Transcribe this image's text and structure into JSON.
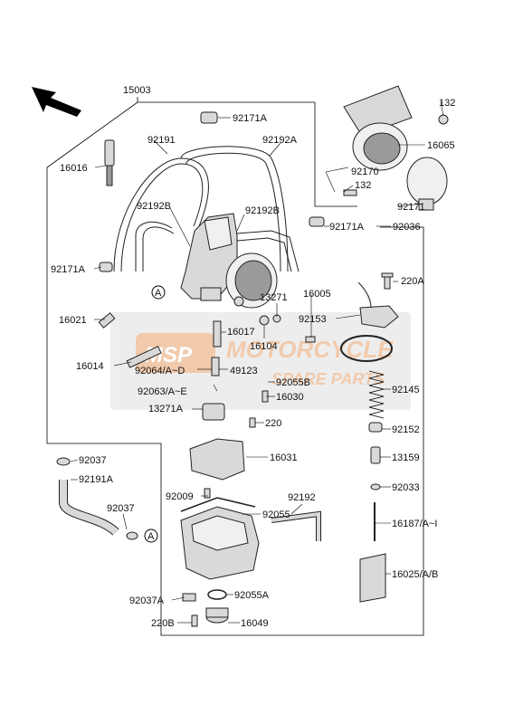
{
  "assembly_label": "15003",
  "callouts": [
    {
      "id": "p92171A_top",
      "text": "92171A"
    },
    {
      "id": "p132_top",
      "text": "132"
    },
    {
      "id": "p92191",
      "text": "92191"
    },
    {
      "id": "p92192A",
      "text": "92192A"
    },
    {
      "id": "p16065",
      "text": "16065"
    },
    {
      "id": "p16016",
      "text": "16016"
    },
    {
      "id": "p92170",
      "text": "92170"
    },
    {
      "id": "p132_mid",
      "text": "132"
    },
    {
      "id": "p92171",
      "text": "92171"
    },
    {
      "id": "p92192B_l",
      "text": "92192B"
    },
    {
      "id": "p92192B_r",
      "text": "92192B"
    },
    {
      "id": "p92171A_mid",
      "text": "92171A"
    },
    {
      "id": "p92036",
      "text": "92036"
    },
    {
      "id": "p92171A_left",
      "text": "92171A"
    },
    {
      "id": "p220A",
      "text": "220A"
    },
    {
      "id": "p13271",
      "text": "13271"
    },
    {
      "id": "p16005",
      "text": "16005"
    },
    {
      "id": "p16021",
      "text": "16021"
    },
    {
      "id": "p92153",
      "text": "92153"
    },
    {
      "id": "p16017",
      "text": "16017"
    },
    {
      "id": "p16104",
      "text": "16104"
    },
    {
      "id": "p16014",
      "text": "16014"
    },
    {
      "id": "p92064",
      "text": "92064/A~D"
    },
    {
      "id": "p49123",
      "text": "49123"
    },
    {
      "id": "p92055B",
      "text": "92055B"
    },
    {
      "id": "p92063",
      "text": "92063/A~E"
    },
    {
      "id": "p16030",
      "text": "16030"
    },
    {
      "id": "p92145",
      "text": "92145"
    },
    {
      "id": "p13271A",
      "text": "13271A"
    },
    {
      "id": "p220",
      "text": "220"
    },
    {
      "id": "p92152",
      "text": "92152"
    },
    {
      "id": "p92037_a",
      "text": "92037"
    },
    {
      "id": "p13159",
      "text": "13159"
    },
    {
      "id": "p16031",
      "text": "16031"
    },
    {
      "id": "p92191A",
      "text": "92191A"
    },
    {
      "id": "p92033",
      "text": "92033"
    },
    {
      "id": "p92009",
      "text": "92009"
    },
    {
      "id": "p92192",
      "text": "92192"
    },
    {
      "id": "p92037_b",
      "text": "92037"
    },
    {
      "id": "p92055",
      "text": "92055"
    },
    {
      "id": "p16187",
      "text": "16187/A~I"
    },
    {
      "id": "p16025",
      "text": "16025/A/B"
    },
    {
      "id": "p92037A",
      "text": "92037A"
    },
    {
      "id": "p92055A",
      "text": "92055A"
    },
    {
      "id": "p220B",
      "text": "220B"
    },
    {
      "id": "p16049",
      "text": "16049"
    }
  ],
  "ref_markers": [
    "A",
    "A"
  ],
  "watermark": {
    "line1": "MOTORCYCLE",
    "line2": "SPARE PARTS",
    "logo": "MSP"
  },
  "colors": {
    "watermark": "#e6a06a",
    "line": "#000000",
    "part_fill": "#d9d9d9"
  },
  "icons": [
    "front-direction-arrow-icon"
  ]
}
